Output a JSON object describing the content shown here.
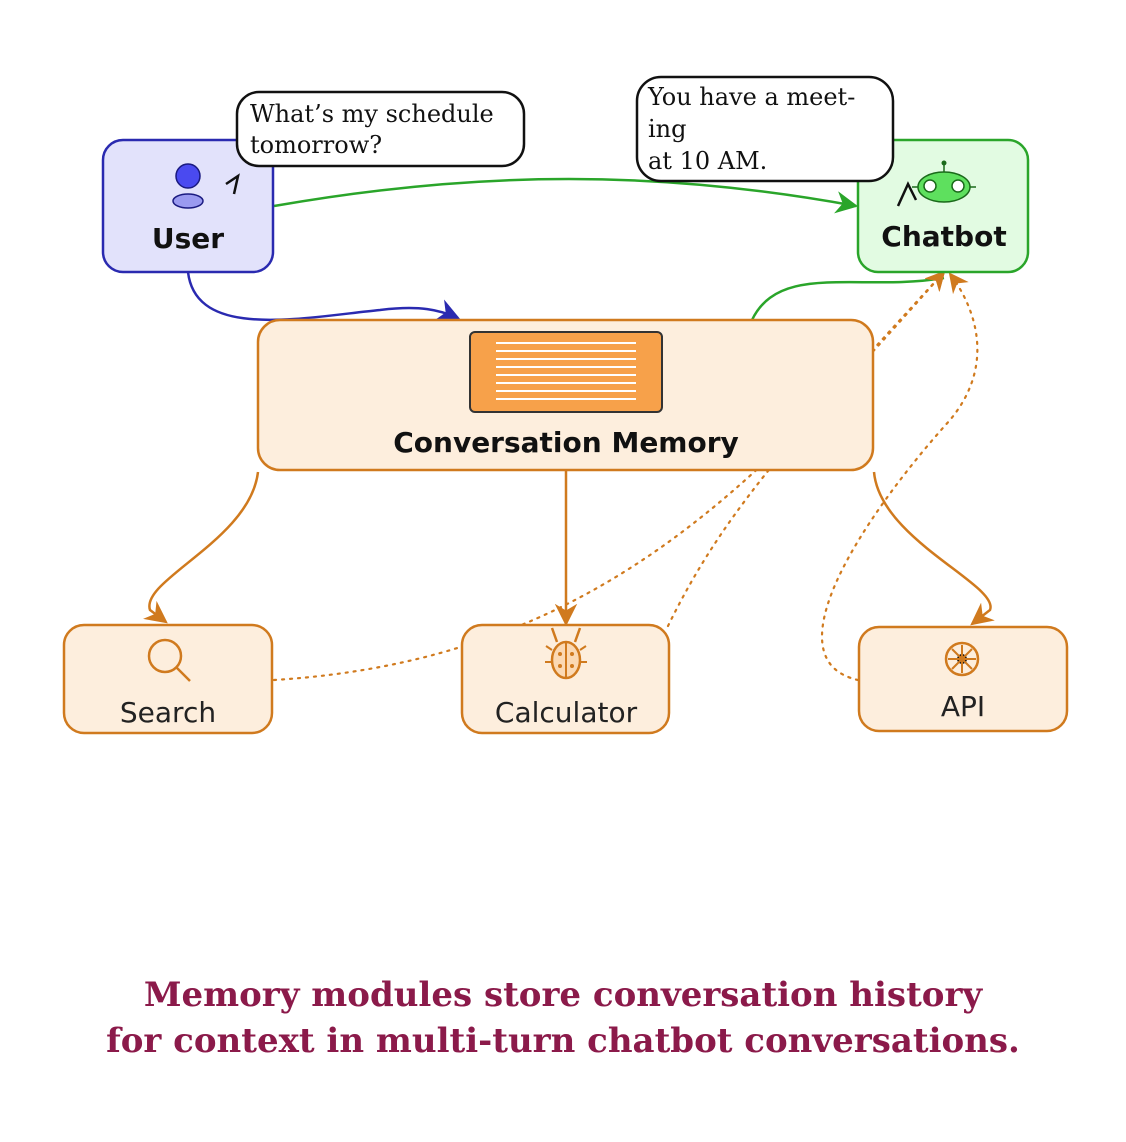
{
  "nodes": {
    "user": {
      "label": "User"
    },
    "chatbot": {
      "label": "Chatbot"
    },
    "memory": {
      "label": "Conversation Memory"
    },
    "search": {
      "label": "Search"
    },
    "calculator": {
      "label": "Calculator"
    },
    "api": {
      "label": "API"
    }
  },
  "bubbles": {
    "user": {
      "lines": [
        "What’s my schedule",
        "tomorrow?"
      ]
    },
    "chatbot": {
      "lines": [
        "You have a meet-",
        "ing",
        "at 10 AM."
      ]
    }
  },
  "caption": {
    "lines": [
      "Memory modules store conversation history",
      "for context in multi-turn chatbot conversations."
    ]
  },
  "icons": {
    "user": "person-icon",
    "chatbot": "robot-icon",
    "memory": "document-icon",
    "search": "magnifier-icon",
    "calculator": "bug-icon",
    "api": "wheel-icon"
  },
  "colors": {
    "user_border": "#2a2ab0",
    "user_fill": "#e2e2fb",
    "chatbot_border": "#2aa52a",
    "chatbot_fill": "#e2fbe2",
    "tool_border": "#d07a1e",
    "tool_fill": "#fdeedd",
    "memory_icon": "#f7a14a",
    "caption": "#8b1a4a"
  }
}
